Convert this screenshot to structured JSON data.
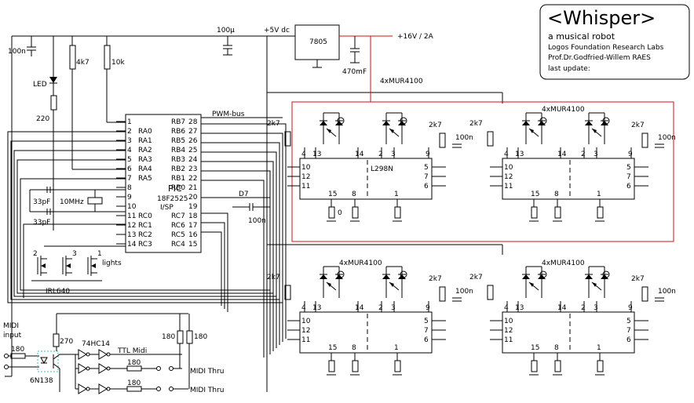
{
  "title_block": {
    "title": "<Whisper>",
    "subtitle": "a musical robot",
    "lab": "Logos Foundation Research Labs",
    "author": "Prof.Dr.Godfried-Willem RAES",
    "update": "last update:"
  },
  "power": {
    "supply": "+5V dc",
    "input": "+16V / 2A",
    "regulator": "7805",
    "cap_in": "100µ",
    "cap_out": "470mF",
    "cap_main": "100n"
  },
  "mcu": {
    "name_1": "PIC",
    "name_2": "18F2525",
    "name_3": "I/SP",
    "bus": "PWM-bus",
    "d7": "D7",
    "left_pins": [
      {
        "n": "1",
        "lbl": ""
      },
      {
        "n": "2",
        "lbl": "RA0"
      },
      {
        "n": "3",
        "lbl": "RA1"
      },
      {
        "n": "4",
        "lbl": "RA2"
      },
      {
        "n": "5",
        "lbl": "RA3"
      },
      {
        "n": "6",
        "lbl": "RA4"
      },
      {
        "n": "7",
        "lbl": "RA5"
      },
      {
        "n": "8",
        "lbl": ""
      },
      {
        "n": "9",
        "lbl": ""
      },
      {
        "n": "10",
        "lbl": ""
      },
      {
        "n": "11",
        "lbl": "RC0"
      },
      {
        "n": "12",
        "lbl": "RC1"
      },
      {
        "n": "13",
        "lbl": "RC2"
      },
      {
        "n": "14",
        "lbl": "RC3"
      }
    ],
    "right_pins": [
      {
        "n": "28",
        "lbl": "RB7"
      },
      {
        "n": "27",
        "lbl": "RB6"
      },
      {
        "n": "26",
        "lbl": "RB5"
      },
      {
        "n": "25",
        "lbl": "RB4"
      },
      {
        "n": "24",
        "lbl": "RB3"
      },
      {
        "n": "23",
        "lbl": "RB2"
      },
      {
        "n": "22",
        "lbl": "RB1"
      },
      {
        "n": "21",
        "lbl": "RB0"
      },
      {
        "n": "20",
        "lbl": ""
      },
      {
        "n": "19",
        "lbl": ""
      },
      {
        "n": "18",
        "lbl": "RC7"
      },
      {
        "n": "17",
        "lbl": "RC6"
      },
      {
        "n": "16",
        "lbl": "RC5"
      },
      {
        "n": "15",
        "lbl": "RC4"
      }
    ]
  },
  "parts": {
    "led": "LED",
    "r_led": "220",
    "r_4k7": "4k7",
    "r_10k": "10k",
    "xtal": "10MHz",
    "cap_33p_1": "33pF",
    "cap_33p_2": "33pF",
    "cap_100n_mid": "100n",
    "fet": "IRL640",
    "lights": "lights",
    "fet_n1": "2",
    "fet_n2": "3",
    "fet_n3": "1"
  },
  "midi": {
    "input_1": "MIDI",
    "input_2": "input",
    "r_in": "180",
    "r_270": "270",
    "opto": "6N138",
    "buffer": "74HC14",
    "ttl": "TTL Midi",
    "r_pull_1": "180",
    "r_pull_2": "180",
    "r_thru_1": "180",
    "r_thru_2": "180",
    "thru_1": "MIDI Thru",
    "thru_2": "MIDI Thru"
  },
  "drivers": {
    "chip": "L298N",
    "diodes": "4xMUR4100",
    "r_2k7": "2k7",
    "cap": "100n",
    "r_zero": "0",
    "pins_left": [
      "10",
      "12",
      "11"
    ],
    "pins_right": [
      "5",
      "7",
      "6"
    ],
    "pins_top": [
      "4",
      "13",
      "14",
      "2",
      "3",
      "9"
    ],
    "pins_bottom": [
      "15",
      "8",
      "1"
    ]
  }
}
